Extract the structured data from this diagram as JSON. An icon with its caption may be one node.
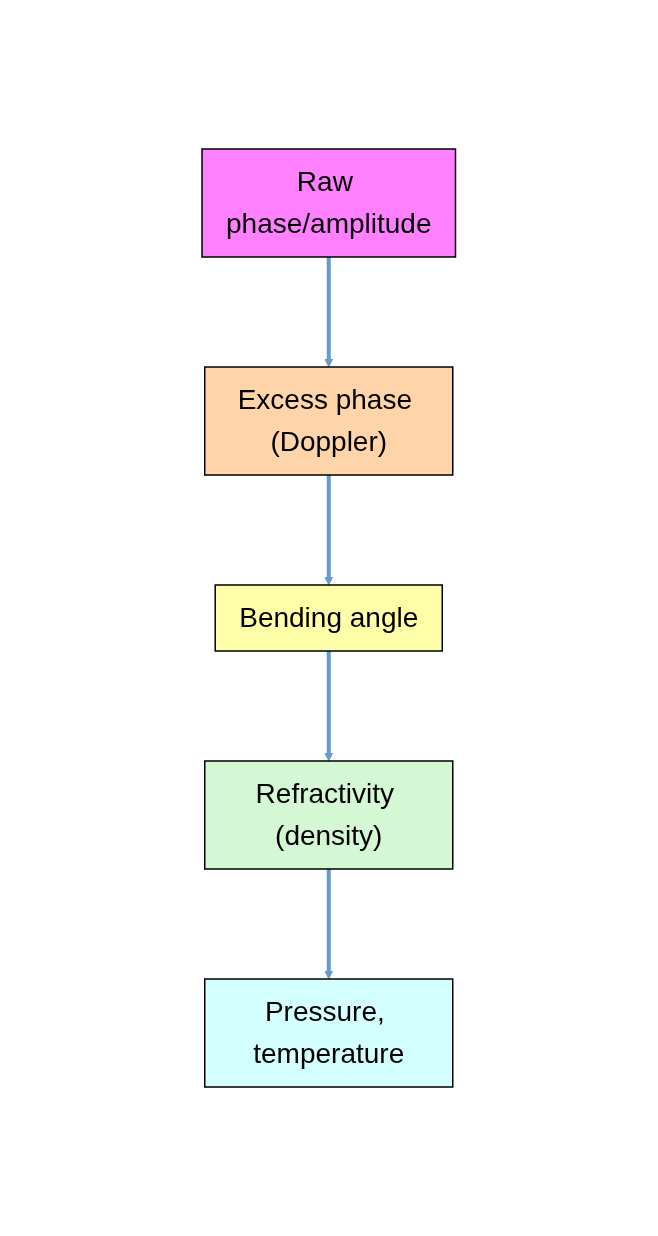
{
  "diagram": {
    "nodes": [
      {
        "text": [
          "Raw phase/amplitude"
        ]
      },
      {
        "text": [
          "Excess phase (Doppler)"
        ]
      },
      {
        "text": [
          "Bending angle"
        ]
      },
      {
        "text": [
          "Refractivity (density)"
        ]
      },
      {
        "text": [
          "Pressure, temperature"
        ]
      }
    ],
    "edges": [
      {
        "from": 0,
        "to": 1,
        "arrow": "to"
      },
      {
        "from": 1,
        "to": 2,
        "arrow": "to"
      },
      {
        "from": 2,
        "to": 3,
        "arrow": "to"
      },
      {
        "from": 3,
        "to": 4,
        "arrow": "to"
      }
    ]
  }
}
